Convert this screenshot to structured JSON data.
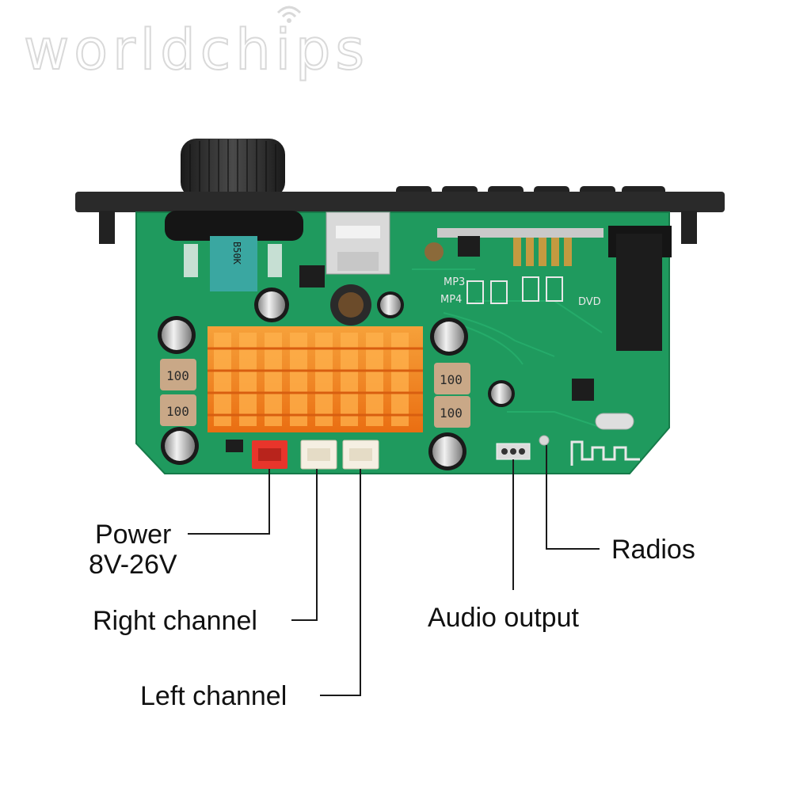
{
  "watermark": "worldchips",
  "board_text": {
    "cap_value": "100",
    "mp3": "MP3",
    "mp4": "MP4",
    "dvd": "DVD"
  },
  "callouts": {
    "power": {
      "line1": "Power",
      "line2": "8V-26V"
    },
    "right_channel": "Right channel",
    "left_channel": "Left channel",
    "audio_output": "Audio output",
    "radios": "Radios"
  },
  "colors": {
    "pcb": "#1f9a5e",
    "panel": "#2a2a2a",
    "heatsink": "#f28a1e",
    "power_connector": "#e8352b",
    "speaker_connector": "#f5efe2"
  }
}
